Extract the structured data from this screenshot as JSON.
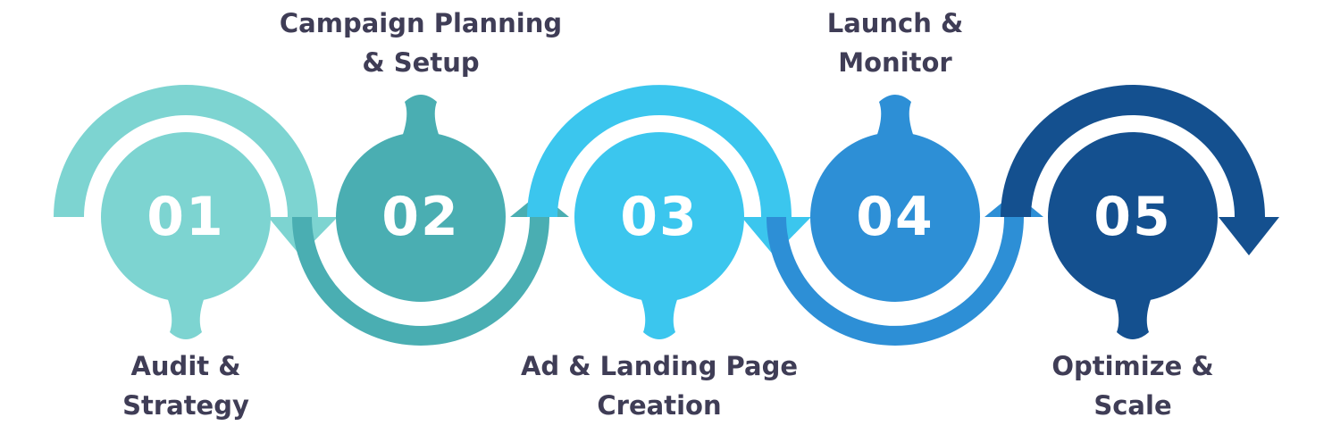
{
  "steps": [
    {
      "number": "01",
      "label_lines": [
        "Audit &",
        "Strategy"
      ],
      "label_position": "bottom",
      "color": "#7dd4d1"
    },
    {
      "number": "02",
      "label_lines": [
        "Campaign Planning",
        "& Setup"
      ],
      "label_position": "top",
      "color": "#4aaeb2"
    },
    {
      "number": "03",
      "label_lines": [
        "Ad & Landing Page",
        "Creation"
      ],
      "label_position": "bottom",
      "color": "#3bc6ee"
    },
    {
      "number": "04",
      "label_lines": [
        "Launch &",
        "Monitor"
      ],
      "label_position": "top",
      "color": "#2d8fd6"
    },
    {
      "number": "05",
      "label_lines": [
        "Optimize &",
        "Scale"
      ],
      "label_position": "bottom",
      "color": "#14508f"
    }
  ],
  "text_color": "#3f3d56"
}
